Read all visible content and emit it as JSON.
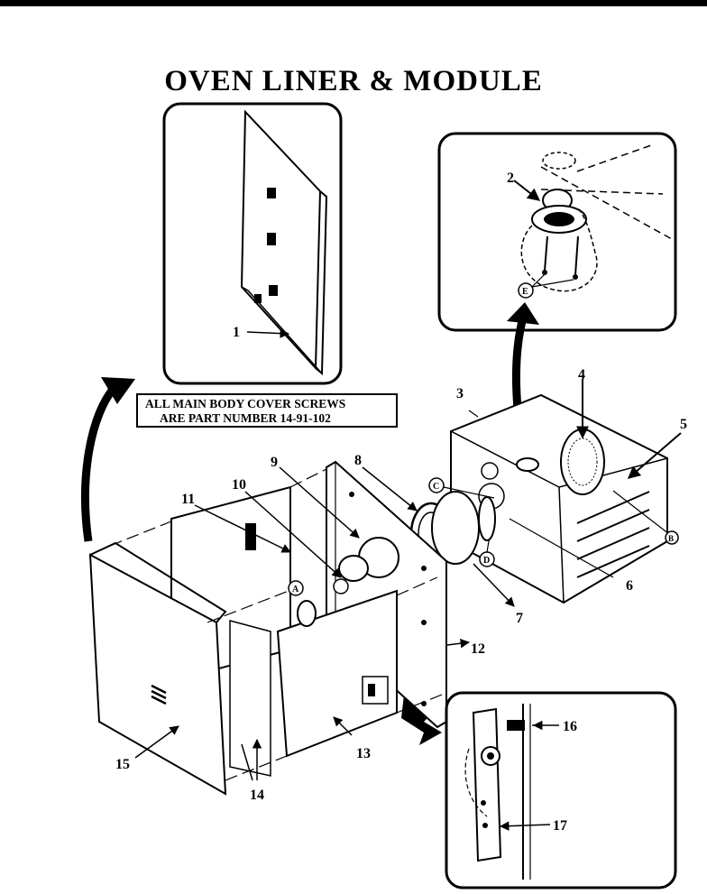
{
  "title": "OVEN LINER & MODULE",
  "note": {
    "line1": "ALL MAIN BODY COVER SCREWS",
    "line2": "ARE PART NUMBER 14-91-102"
  },
  "callouts": {
    "c1": "1",
    "c2": "2",
    "c3": "3",
    "c4": "4",
    "c5": "5",
    "c6": "6",
    "c7": "7",
    "c8": "8",
    "c9": "9",
    "c10": "10",
    "c11": "11",
    "c12": "12",
    "c13": "13",
    "c14": "14",
    "c15": "15",
    "c16": "16",
    "c17": "17"
  },
  "markers": {
    "A": "A",
    "B": "B",
    "C": "C",
    "D": "D",
    "E": "E"
  }
}
